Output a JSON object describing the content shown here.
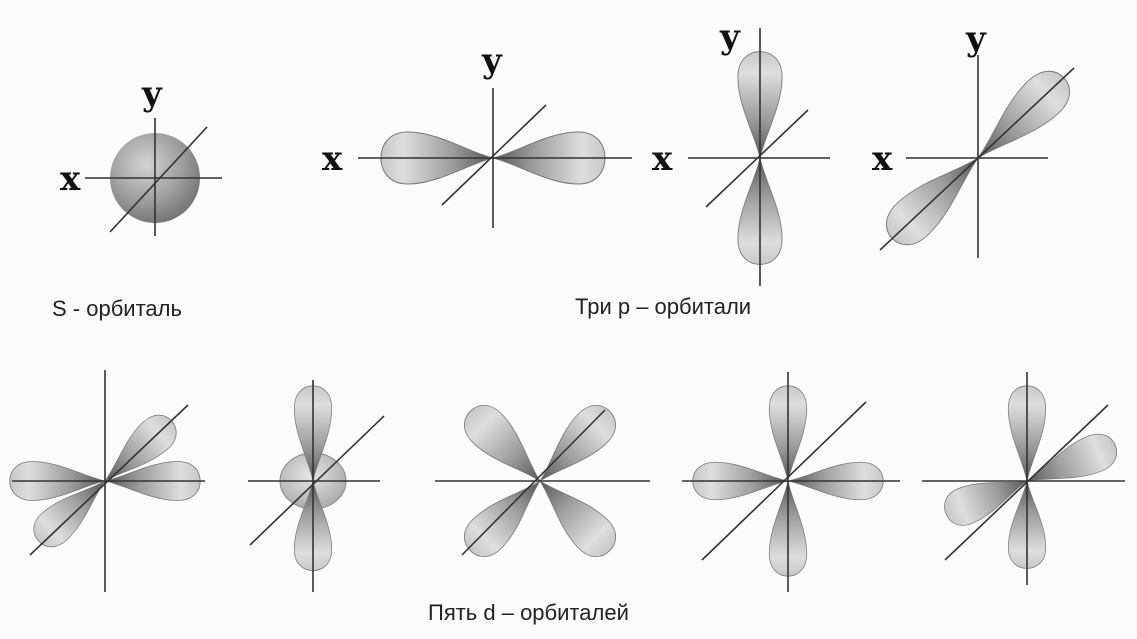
{
  "axis_labels": {
    "x": "x",
    "y": "y"
  },
  "captions": {
    "s": "S - орбиталь",
    "p": "Три р – орбитали",
    "d": "Пять d – орбиталей"
  }
}
